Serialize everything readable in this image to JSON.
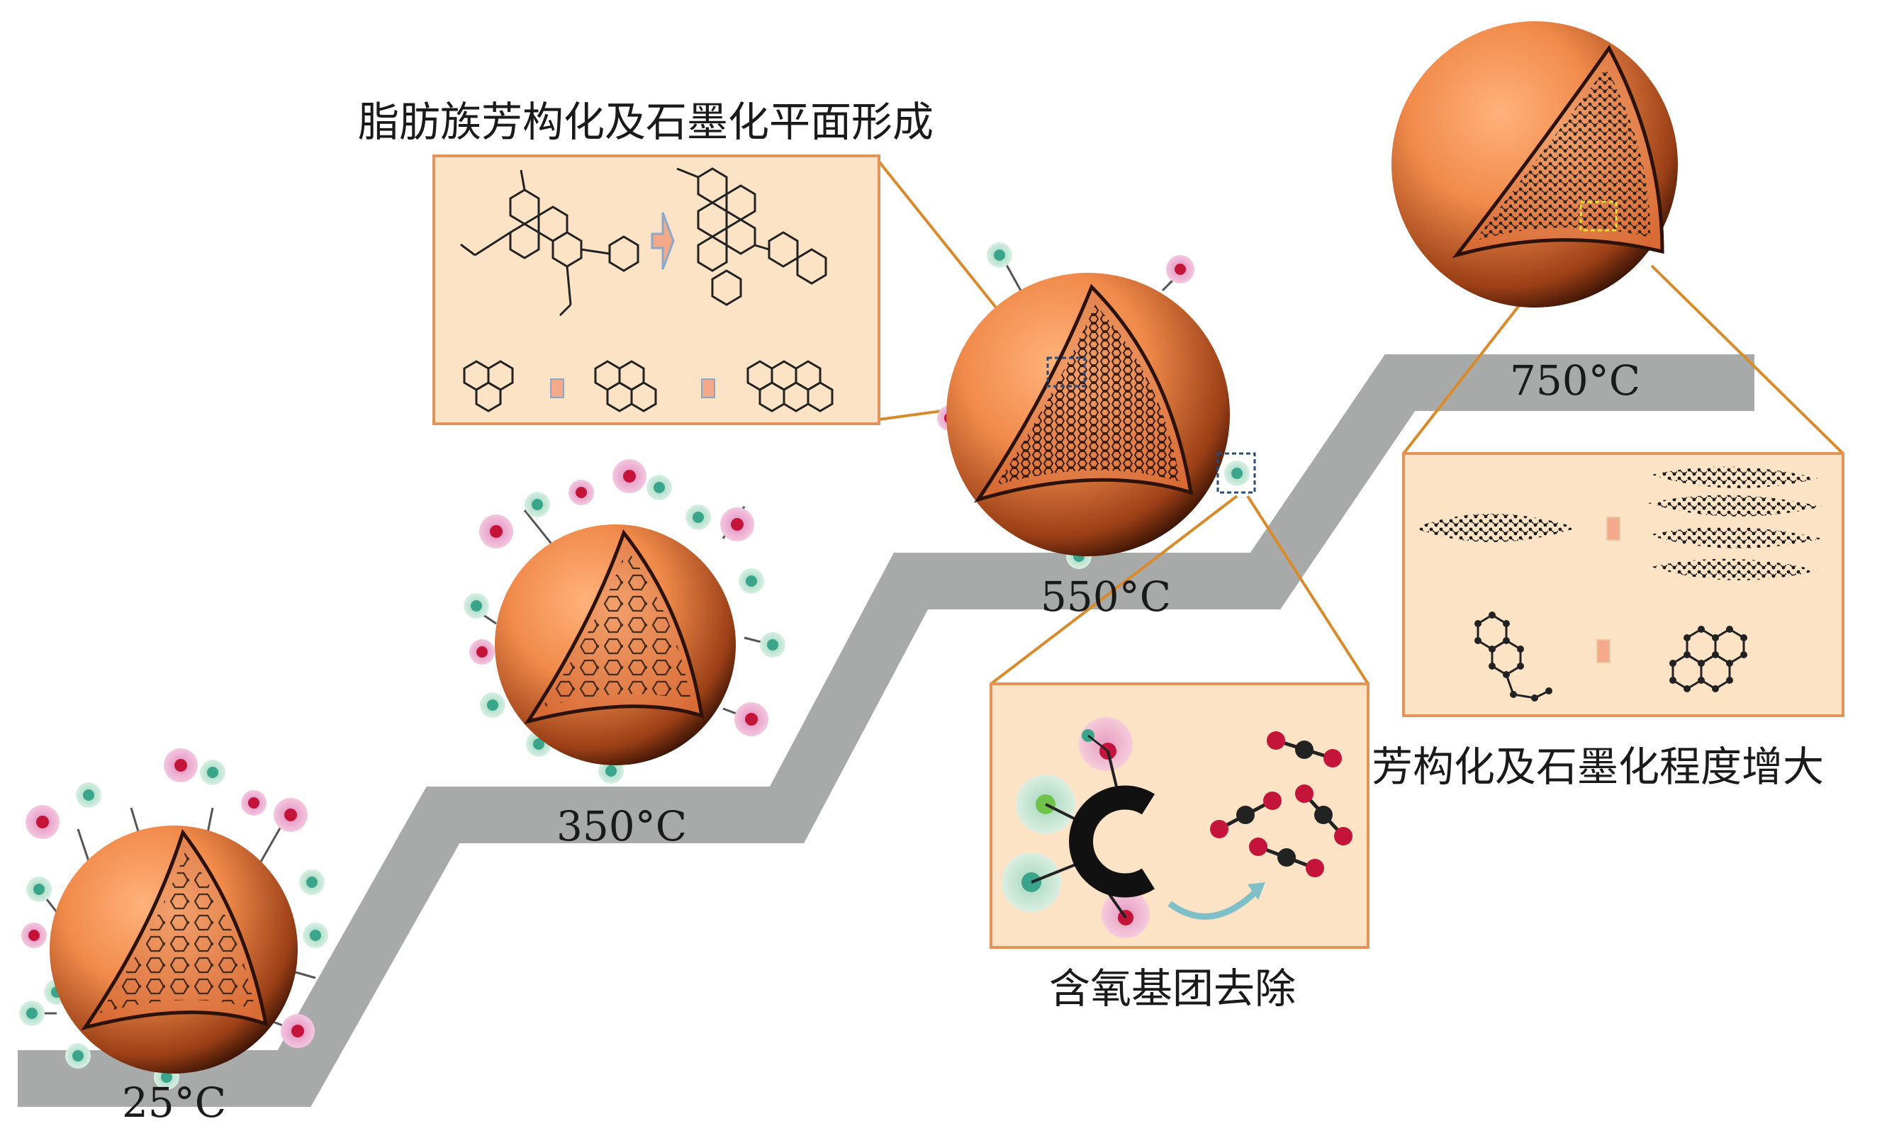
{
  "stages": [
    {
      "temperature": "25°C"
    },
    {
      "temperature": "350°C"
    },
    {
      "temperature": "550°C"
    },
    {
      "temperature": "750°C"
    }
  ],
  "captions": {
    "aromatization": "脂肪族芳构化及石墨化平面形成",
    "oxygen_removal": "含氧基团去除",
    "graphitization": "芳构化及石墨化程度增大"
  },
  "colors": {
    "staircase": "#a7aaa9",
    "sphere": "#f08a4b",
    "panel": "#fce3c6",
    "panel_border": "#e4945a",
    "connector": "#d98a2b",
    "oxygen": "#c4143a",
    "carbon": "#1c1c1c",
    "hydroxyl": "#6fc3a3"
  }
}
